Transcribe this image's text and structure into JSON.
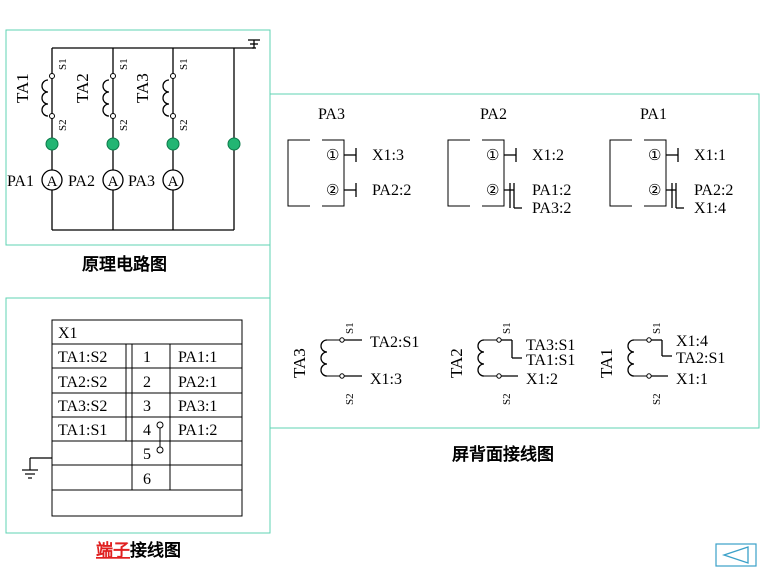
{
  "captions": {
    "schematic": "原理电路图",
    "rear": "屏背面接线图",
    "terminal_red": "端子",
    "terminal_rest": "接线图"
  },
  "schematic": {
    "ct": [
      "TA1",
      "TA2",
      "TA3"
    ],
    "meters": [
      "PA1",
      "PA2",
      "PA3"
    ],
    "meter_symbol": "A",
    "s1": "S1",
    "s2": "S2"
  },
  "rear": {
    "meters": [
      {
        "name": "PA3",
        "t1": "X1:3",
        "t2": [
          "PA2:2"
        ]
      },
      {
        "name": "PA2",
        "t1": "X1:2",
        "t2": [
          "PA1:2",
          "PA3:2"
        ]
      },
      {
        "name": "PA1",
        "t1": "X1:1",
        "t2": [
          "PA2:2",
          "X1:4"
        ]
      }
    ],
    "num1": "①",
    "num2": "②",
    "cts": [
      {
        "name": "TA3",
        "s1": [
          "TA2:S1"
        ],
        "s2": "X1:3"
      },
      {
        "name": "TA2",
        "s1": [
          "TA3:S1",
          "TA1:S1"
        ],
        "s2": "X1:2"
      },
      {
        "name": "TA1",
        "s1": [
          "X1:4",
          "TA2:S1"
        ],
        "s2": "X1:1"
      }
    ],
    "s1": "S1",
    "s2": "S2"
  },
  "terminal": {
    "header": "X1",
    "rows": [
      {
        "left": "TA1:S2",
        "num": "1",
        "right": "PA1:1"
      },
      {
        "left": "TA2:S2",
        "num": "2",
        "right": "PA2:1"
      },
      {
        "left": "TA3:S2",
        "num": "3",
        "right": "PA3:1"
      },
      {
        "left": "TA1:S1",
        "num": "4",
        "right": "PA1:2"
      },
      {
        "left": "",
        "num": "5",
        "right": ""
      },
      {
        "left": "",
        "num": "6",
        "right": ""
      },
      {
        "left": "",
        "num": "",
        "right": ""
      }
    ]
  },
  "nav": {
    "icon": "back-arrow-icon"
  },
  "colors": {
    "frame": "#5fd3b3",
    "node": "#22b573",
    "accent_red": "#e02020",
    "nav": "#3aa0c8"
  }
}
